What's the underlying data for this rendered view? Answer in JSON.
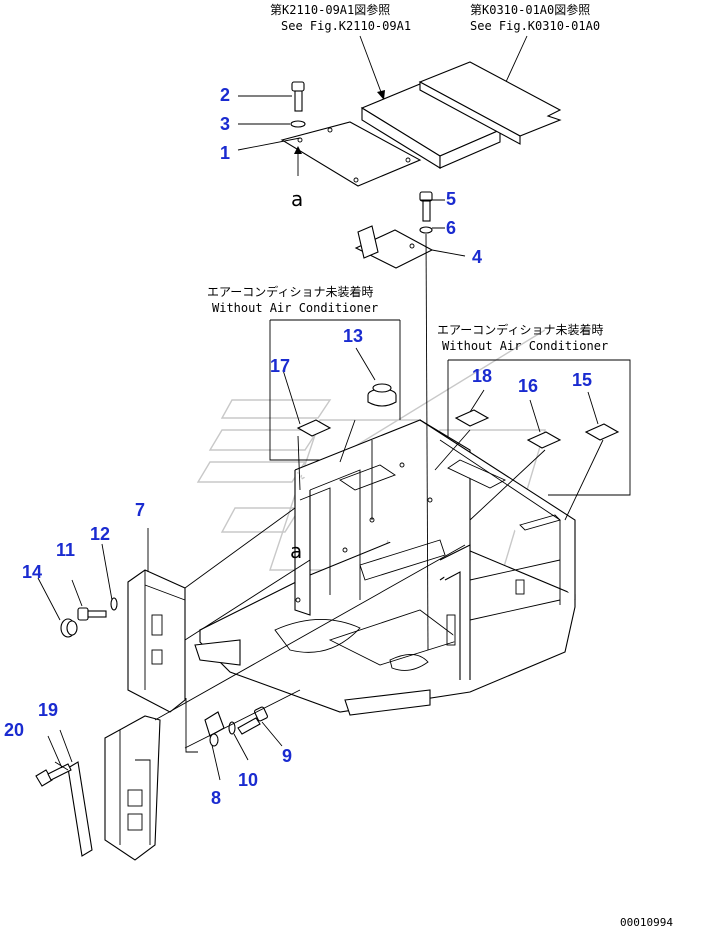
{
  "references": {
    "top_left_jp": "第K2110-09A1図参照",
    "top_left_en": "See Fig.K2110-09A1",
    "top_right_jp": "第K0310-01A0図参照",
    "top_right_en": "See Fig.K0310-01A0"
  },
  "notes": {
    "left_jp": "エアーコンディショナ未装着時",
    "left_en": "Without Air Conditioner",
    "right_jp": "エアーコンディショナ未装着時",
    "right_en": "Without Air Conditioner"
  },
  "view_markers": {
    "a_top": "a",
    "a_mid": "a"
  },
  "callouts": {
    "c1": "1",
    "c2": "2",
    "c3": "3",
    "c4": "4",
    "c5": "5",
    "c6": "6",
    "c7": "7",
    "c8": "8",
    "c9": "9",
    "c10": "10",
    "c11": "11",
    "c12": "12",
    "c13": "13",
    "c14": "14",
    "c15": "15",
    "c16": "16",
    "c17": "17",
    "c18": "18",
    "c19": "19",
    "c20": "20"
  },
  "drawing_number": "00010994",
  "colors": {
    "callout": "#1a2bd0",
    "line": "#000000",
    "watermark": "#c8c8c8"
  }
}
